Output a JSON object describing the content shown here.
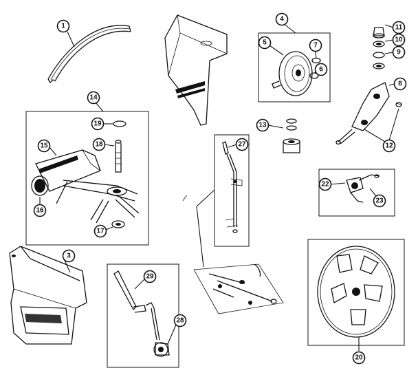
{
  "callouts": {
    "c1": "1",
    "c3": "3",
    "c4": "4",
    "c5": "5",
    "c6": "6",
    "c7": "7",
    "c8": "8",
    "c9": "9",
    "c10": "10",
    "c11": "11",
    "c12": "12",
    "c13": "13",
    "c14": "14",
    "c15": "15",
    "c16": "16",
    "c17": "17",
    "c18": "18",
    "c19": "19",
    "c20": "20",
    "c22": "22",
    "c23": "23",
    "c27": "27",
    "c28": "28",
    "c29": "29"
  },
  "colors": {
    "ink": "#111111",
    "paper": "#ffffff"
  }
}
